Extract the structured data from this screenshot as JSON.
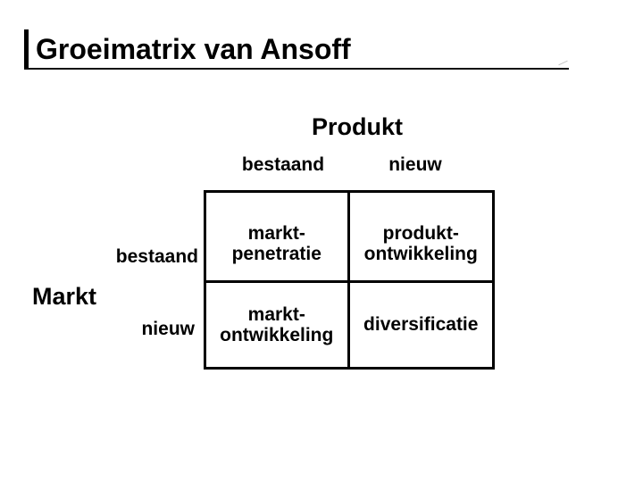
{
  "slide": {
    "title": "Groeimatrix van Ansoff",
    "background_color": "#ffffff",
    "text_color": "#000000",
    "accent_bar_color": "#000000",
    "underline_color": "#111111"
  },
  "matrix": {
    "x_axis_label": "Produkt",
    "y_axis_label": "Markt",
    "column_headers": [
      "bestaand",
      "nieuw"
    ],
    "row_headers": [
      "bestaand",
      "nieuw"
    ],
    "border_color": "#000000",
    "cells": [
      {
        "row": "bestaand",
        "column": "bestaand",
        "line1": "markt-",
        "line2": "penetratie"
      },
      {
        "row": "bestaand",
        "column": "nieuw",
        "line1": "produkt-",
        "line2": "ontwikkeling"
      },
      {
        "row": "nieuw",
        "column": "bestaand",
        "line1": "markt-",
        "line2": "ontwikkeling"
      },
      {
        "row": "nieuw",
        "column": "nieuw",
        "line1": "diversificatie",
        "line2": ""
      }
    ]
  }
}
